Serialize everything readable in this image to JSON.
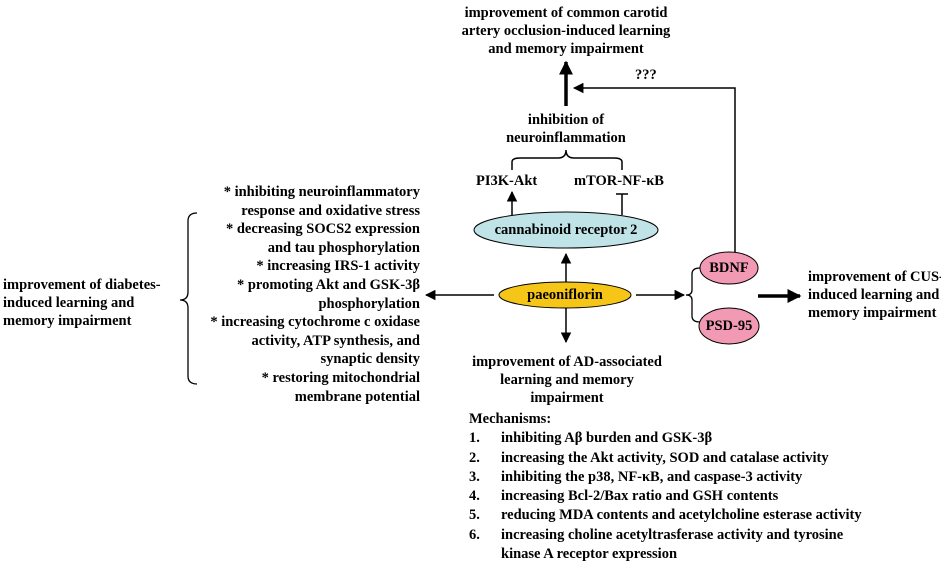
{
  "top_outcome": [
    "improvement of common carotid",
    "artery occlusion-induced learning",
    "and memory impairment"
  ],
  "question_marks": "???",
  "inhibition": [
    "inhibition of",
    "neuroinflammation"
  ],
  "pathways": {
    "pi3k": "PI3K-Akt",
    "mtor": "mTOR-NF-κB"
  },
  "receptor": "cannabinoid receptor 2",
  "center": "paeoniflorin",
  "left_outcome": [
    "improvement of diabetes-",
    "induced learning and",
    "memory impairment"
  ],
  "left_mechanisms": [
    "* inhibiting neuroinflammatory",
    "response and oxidative stress",
    "* decreasing SOCS2 expression",
    "and tau phosphorylation",
    "* increasing IRS-1 activity",
    "* promoting Akt and GSK-3β",
    "phosphorylation",
    "* increasing cytochrome c oxidase",
    "activity, ATP synthesis, and",
    "synaptic density",
    "* restoring mitochondrial",
    "membrane potential"
  ],
  "bdnf": "BDNF",
  "psd95": "PSD-95",
  "right_outcome": [
    "improvement of CUS-",
    "induced learning and",
    "memory impairment"
  ],
  "bottom_outcome": [
    "improvement of AD-associated",
    "learning and memory",
    "impairment"
  ],
  "mechanisms_title": "Mechanisms:",
  "mechanisms": [
    {
      "num": "1.",
      "text": "inhibiting Aβ burden and GSK-3β"
    },
    {
      "num": "2.",
      "text": "increasing the Akt activity, SOD and catalase activity"
    },
    {
      "num": "3.",
      "text": "inhibiting the p38, NF-κB, and caspase-3 activity"
    },
    {
      "num": "4.",
      "text": "increasing Bcl-2/Bax ratio and GSH contents"
    },
    {
      "num": "5.",
      "text": "reducing MDA contents and acetylcholine esterase activity"
    },
    {
      "num": "6.",
      "text": "increasing choline acetyltrasferase activity and tyrosine"
    },
    {
      "num": "",
      "text": "kinase A receptor expression"
    }
  ],
  "colors": {
    "receptor_fill": "#bfe3e6",
    "center_fill": "#f5c518",
    "protein_fill": "#f29ab4"
  }
}
